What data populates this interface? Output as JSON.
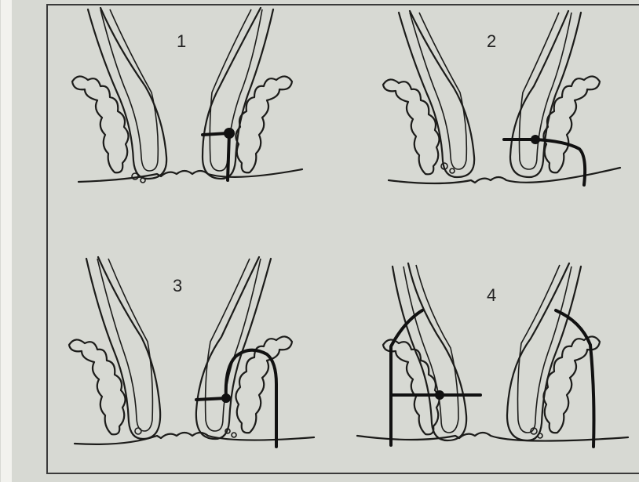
{
  "figure": {
    "panels": [
      {
        "number": "1"
      },
      {
        "number": "2"
      },
      {
        "number": "3"
      },
      {
        "number": "4"
      }
    ],
    "colors": {
      "paper": "#d7d9d3",
      "ink": "#1c1c1a",
      "frame_shadow": "#3a3a3a"
    }
  }
}
